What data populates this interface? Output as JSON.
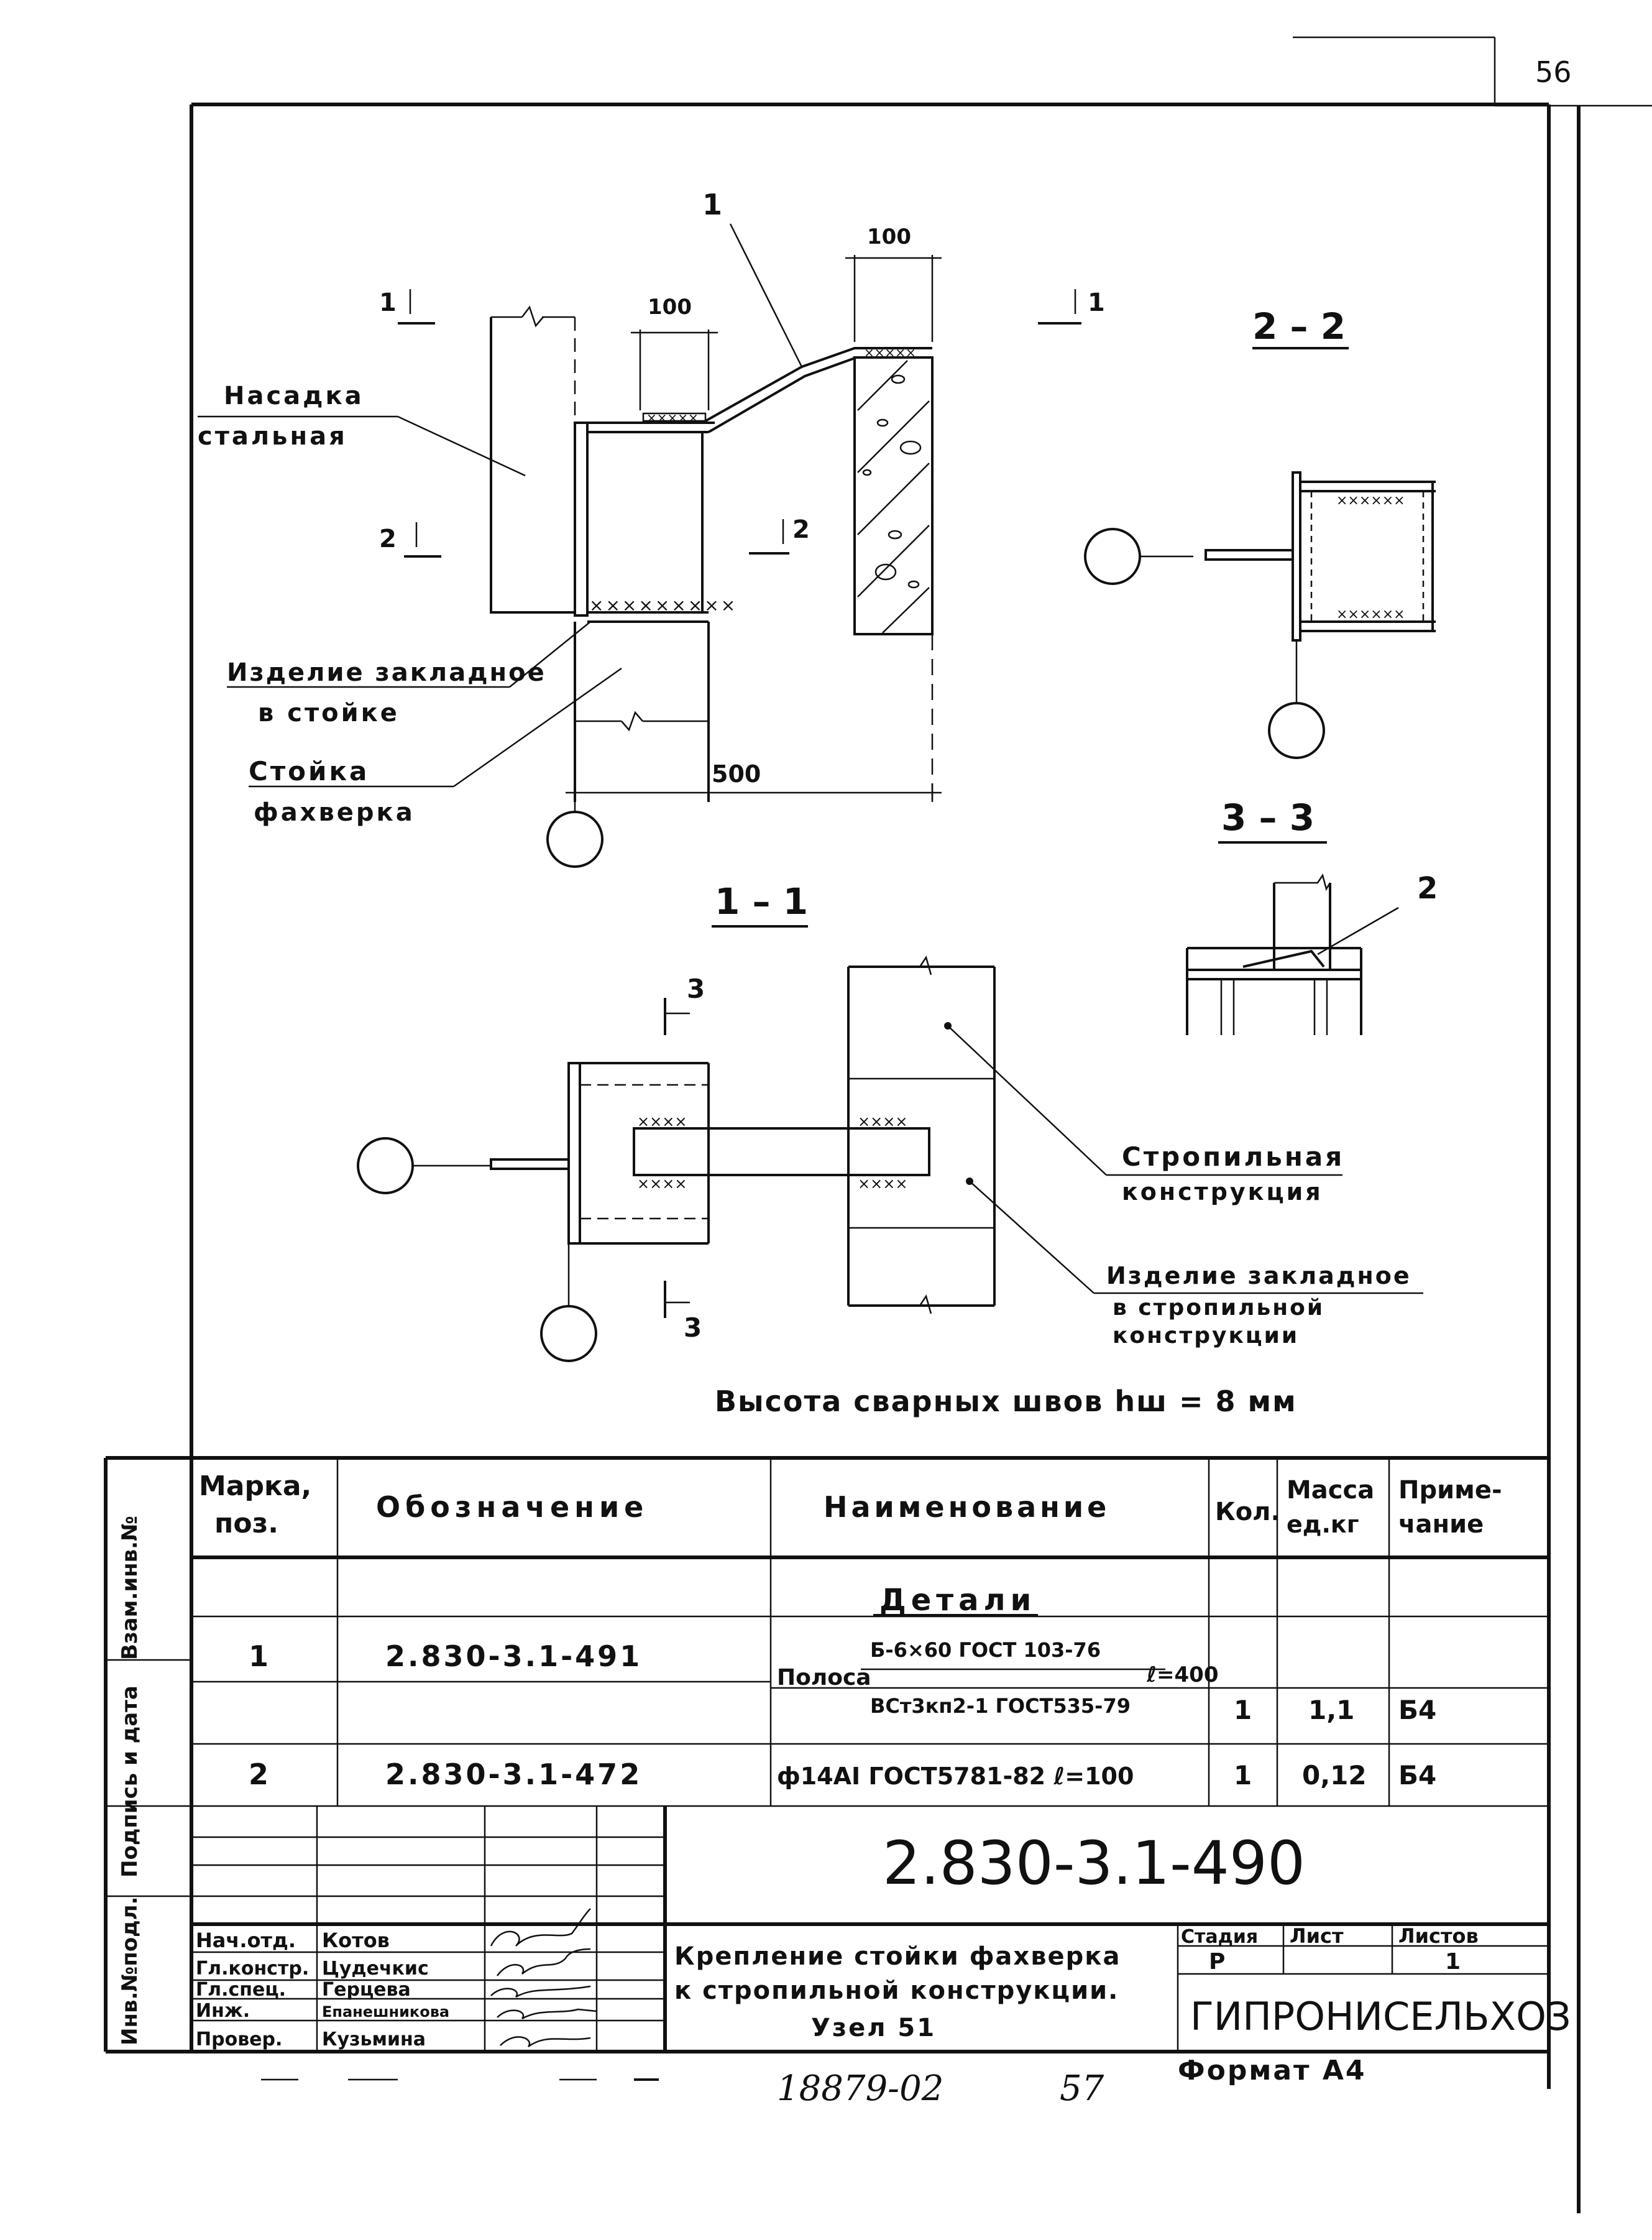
{
  "sheet_number": "56",
  "drawing": {
    "section_2_2": "2 – 2",
    "section_3_3": "3 – 3",
    "section_1_1": "1 – 1",
    "cut_1": "1",
    "cut_2": "2",
    "cut_3": "3",
    "pos_1": "1",
    "pos_2": "2",
    "dim_100_a": "100",
    "dim_100_b": "100",
    "dim_500": "500",
    "label_nasadka_1": "Насадка",
    "label_nasadka_2": "стальная",
    "label_izdelie_stoyka_1": "Изделие закладное",
    "label_izdelie_stoyka_2": "в стойке",
    "label_stoyka_1": "Стойка",
    "label_stoyka_2": "фахверка",
    "label_stropil_1": "Стропильная",
    "label_stropil_2": "конструкция",
    "label_izdelie_stropil_1": "Изделие закладное",
    "label_izdelie_stropil_2": "в стропильной",
    "label_izdelie_stropil_3": "конструкции",
    "weld_note": "Высота сварных швов hш = 8 мм"
  },
  "spec_table": {
    "headers": {
      "mark": [
        "Марка,",
        "поз."
      ],
      "designation": "Обозначение",
      "name": "Наименование",
      "qty": "Кол.",
      "mass": [
        "Масса",
        "ед.кг"
      ],
      "note": [
        "Приме-",
        "чание"
      ]
    },
    "section_title": "Детали",
    "rows": [
      {
        "mark": "1",
        "designation": "2.830-3.1-491",
        "name_prefix": "Полоса",
        "name_top": "Б-6×60 ГОСТ 103-76",
        "name_bottom": "ВСт3кп2-1 ГОСТ535-79",
        "name_len": "ℓ=400",
        "qty": "1",
        "mass": "1,1",
        "note": "Б4"
      },
      {
        "mark": "2",
        "designation": "2.830-3.1-472",
        "name": "ф14АI ГОСТ5781-82  ℓ=100",
        "qty": "1",
        "mass": "0,12",
        "note": "Б4"
      }
    ]
  },
  "side_stamps": [
    "Взам.инв.№",
    "Подпись и дата",
    "Инв.№подл."
  ],
  "title_block": {
    "doc_code": "2.830-3.1-490",
    "roles": [
      "Нач.отд.",
      "Гл.констр.",
      "Гл.спец.",
      "Инж.",
      "Провер."
    ],
    "names": [
      "Котов",
      "Цудечкис",
      "Герцева",
      "Епанешникова",
      "Кузьмина"
    ],
    "title_lines": [
      "Крепление стойки фахверка",
      "к стропильной конструкции.",
      "Узел 51"
    ],
    "stage_label": "Стадия",
    "sheet_label": "Лист",
    "sheets_label": "Листов",
    "stage": "Р",
    "sheets": "1",
    "org": "ГИПРОНИСЕЛЬХОЗ"
  },
  "footer": {
    "archive_no": "18879-02",
    "page": "57",
    "format": "Формат А4"
  }
}
